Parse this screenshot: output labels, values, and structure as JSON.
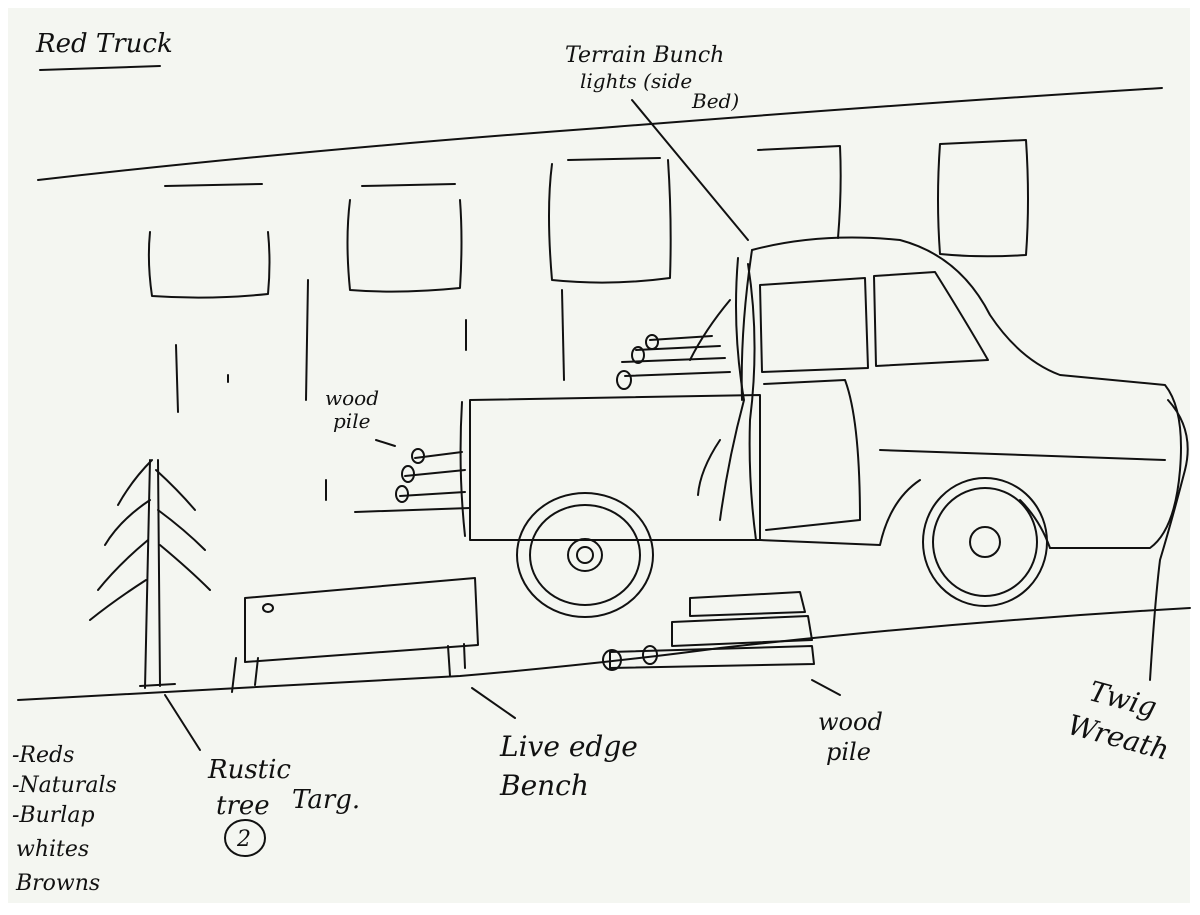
{
  "sketch": {
    "title": "Red Truck",
    "labels": {
      "terrain_line1": "Terrain Bunch",
      "terrain_line2": "lights (side",
      "terrain_line3": "Bed)",
      "wood_pile_upper_line1": "wood",
      "wood_pile_upper_line2": "pile",
      "rustic_tree_line1": "Rustic",
      "rustic_tree_line2": "tree",
      "rustic_tree_line2b": "Targ.",
      "rustic_tree_count": "2",
      "bench_line1": "Live edge",
      "bench_line2": "Bench",
      "wood_pile_lower_line1": "wood",
      "wood_pile_lower_line2": "pile",
      "wreath_line1": "Twig",
      "wreath_line2": "Wreath"
    },
    "palette_notes": [
      "-Reds",
      "-Naturals",
      "-Burlap",
      "whites",
      "Browns"
    ],
    "colors": {
      "paper": "#f4f6f1",
      "ink": "#111111"
    }
  }
}
